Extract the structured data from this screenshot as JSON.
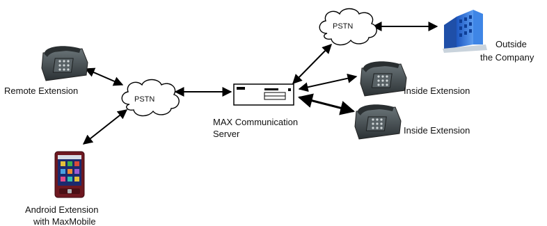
{
  "labels": {
    "remote_extension": "Remote Extension",
    "pstn_left": "PSTN",
    "pstn_top": "PSTN",
    "server_line1": "MAX Communication",
    "server_line2": "Server",
    "outside_line1": "Outside",
    "outside_line2": "the Company",
    "inside_extension_1": "Inside Extension",
    "inside_extension_2": "Inside Extension",
    "android_line1": "Android Extension",
    "android_line2": "with MaxMobile"
  },
  "icons": {
    "remote_phone": "desk-phone-icon",
    "inside_phone_1": "desk-phone-icon",
    "inside_phone_2": "desk-phone-icon",
    "building": "office-building-icon",
    "mobile": "smartphone-icon",
    "server": "server-icon",
    "cloud": "cloud-icon"
  },
  "colors": {
    "building_blue": "#2f6fd6",
    "mobile_red": "#7a1a22",
    "phone_dark": "#3b4246"
  }
}
